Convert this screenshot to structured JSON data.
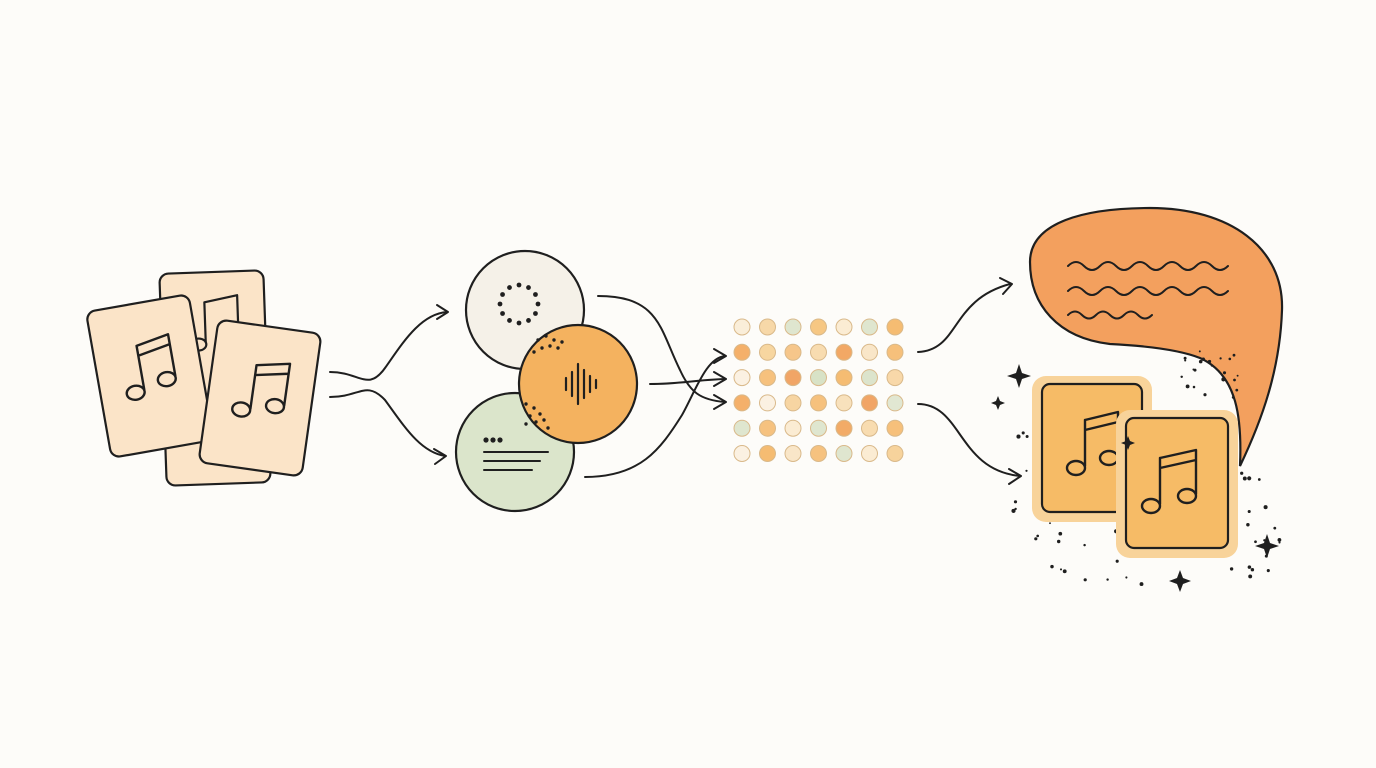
{
  "colors": {
    "background": "#fdfcf9",
    "ink": "#1f1f1f",
    "card_cream": "#fbe4c8",
    "circle_cream": "#f5f1e8",
    "circle_orange": "#f4b25f",
    "circle_sage": "#dbe5cb",
    "bubble_orange": "#f3a05e",
    "output_card": "#f6bb66",
    "output_glow": "#f8d39a"
  },
  "stages": [
    {
      "id": "input-tracks",
      "icon": "music-note-icon",
      "count": 3
    },
    {
      "id": "feature-circles",
      "circles": [
        "dotted-ring",
        "waveform",
        "text-lines"
      ]
    },
    {
      "id": "embedding-grid",
      "rows": 6,
      "cols": 7
    },
    {
      "id": "outputs",
      "items": [
        "text-description-bubble",
        "generated-music-tracks"
      ]
    }
  ],
  "grid_colors": [
    [
      "#faeed9",
      "#f7d8a8",
      "#dfe6cf",
      "#f6c783",
      "#fbecd3",
      "#dfe6cf",
      "#f5bc72"
    ],
    [
      "#f4b06a",
      "#f7d6a0",
      "#f6c68a",
      "#f8dcb0",
      "#f2a865",
      "#f9e6c8",
      "#f6c07b"
    ],
    [
      "#fbf1e2",
      "#f6c17d",
      "#f1a566",
      "#d8e2c6",
      "#f5bc72",
      "#dce4cc",
      "#f8d8a9"
    ],
    [
      "#f4b06a",
      "#fbf1e2",
      "#f7d5a2",
      "#f6c17d",
      "#f8e1bc",
      "#f1a566",
      "#e1e7d2"
    ],
    [
      "#dfe6cf",
      "#f6c27f",
      "#fbecd3",
      "#dfe6cf",
      "#f2ab67",
      "#f8dcb0",
      "#f6c07b"
    ],
    [
      "#fbf1e2",
      "#f5bc72",
      "#f9e6c8",
      "#f6c27f",
      "#dfe6cf",
      "#fbecd3",
      "#f7d39c"
    ]
  ]
}
